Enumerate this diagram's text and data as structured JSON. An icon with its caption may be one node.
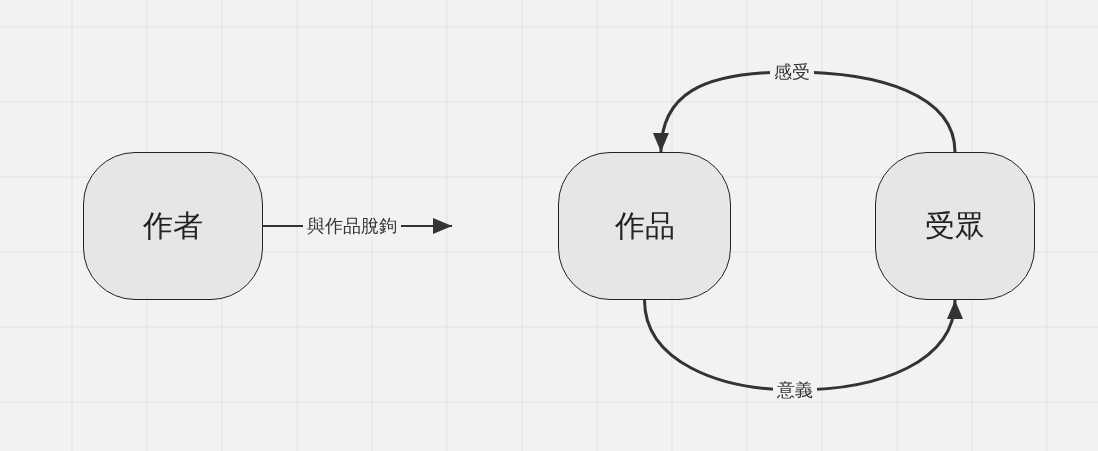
{
  "diagram": {
    "nodes": [
      {
        "text": [
          "作者"
        ]
      },
      {
        "text": [
          "作品"
        ]
      },
      {
        "text": [
          "受眾"
        ]
      }
    ],
    "edges": [
      {
        "from": 0,
        "to": null,
        "arrow": "to",
        "label": "與作品脫鉤"
      },
      {
        "from": 2,
        "to": 1,
        "arrow": "to",
        "label": "感受"
      },
      {
        "from": 1,
        "to": 2,
        "arrow": "to",
        "label": "意義"
      }
    ]
  }
}
